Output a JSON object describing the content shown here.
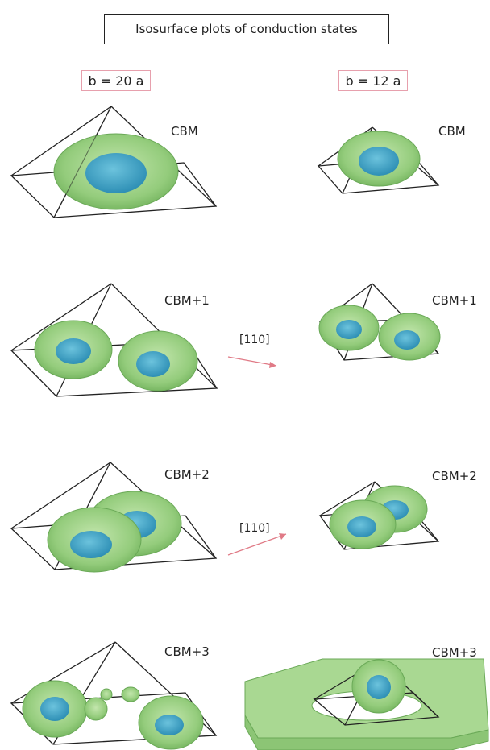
{
  "title": "Isosurface plots of conduction states",
  "columns": [
    {
      "label": "b = 20 a"
    },
    {
      "label": "b = 12 a"
    }
  ],
  "rows": [
    {
      "left_label": "CBM",
      "right_label": "CBM"
    },
    {
      "left_label": "CBM+1",
      "right_label": "CBM+1",
      "direction_label": "[110]"
    },
    {
      "left_label": "CBM+2",
      "right_label": "CBM+2",
      "direction_label": "[110]"
    },
    {
      "left_label": "CBM+3",
      "right_label": "CBM+3"
    }
  ],
  "colors": {
    "outer_isosurface": "#9fd48a",
    "inner_isosurface": "#3fa8c8",
    "column_label_border": "#e7a0ad",
    "direction_arrow": "#e07a86",
    "frame_lines": "#222222"
  }
}
